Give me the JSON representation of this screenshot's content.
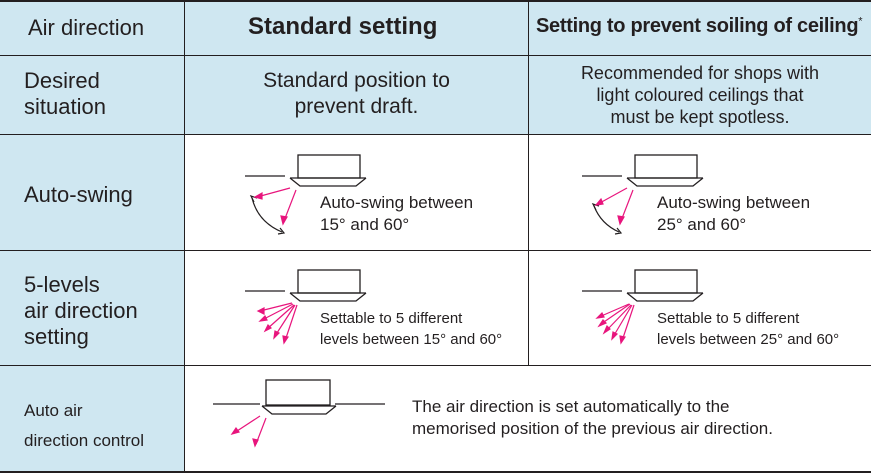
{
  "header": {
    "air_direction": "Air direction",
    "standard": "Standard setting",
    "ceiling": "Setting to prevent soiling of ceiling",
    "ceiling_mark": "*"
  },
  "rows": {
    "desired": {
      "label": [
        "Desired",
        "situation"
      ],
      "standard": [
        "Standard position to",
        "prevent draft."
      ],
      "ceiling": [
        "Recommended for shops with",
        "light coloured ceilings that",
        "must be kept spotless."
      ]
    },
    "autoswing": {
      "label": "Auto-swing",
      "standard": [
        "Auto-swing between",
        "15° and 60°"
      ],
      "ceiling": [
        "Auto-swing between",
        "25° and 60°"
      ]
    },
    "levels": {
      "label": [
        "5-levels",
        "air direction",
        "setting"
      ],
      "standard": [
        "Settable to 5 different",
        "levels between 15° and 60°"
      ],
      "ceiling": [
        "Settable to 5 different",
        "levels between 25° and 60°"
      ]
    },
    "auto_air": {
      "label": [
        "Auto air",
        "direction control"
      ],
      "text": [
        "The air direction is set automatically to the",
        "memorised position of the previous air direction."
      ]
    }
  },
  "colors": {
    "header_bg": "#cfe7f1",
    "arrow": "#e8157d",
    "line": "#231f20"
  },
  "icons": [
    "ceiling-unit-icon",
    "airflow-arrow-icon",
    "swing-arc-icon"
  ]
}
